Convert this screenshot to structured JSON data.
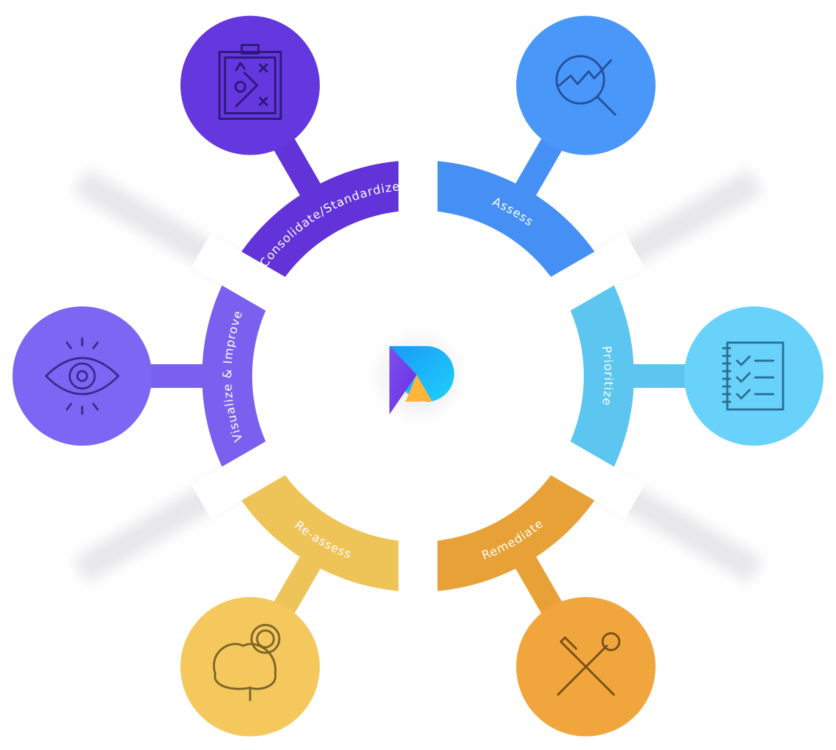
{
  "center_logo": {
    "name": "p-logo-icon",
    "colors": [
      "#7a4ff0",
      "#1aa9f5",
      "#ffb43a"
    ]
  },
  "segments": [
    {
      "label": "Assess",
      "color": "#4690f5",
      "bubble_color": "#4a97fa",
      "icon_color": "#24509a",
      "icon": "magnifier-chart-icon",
      "angle": -60,
      "text_dir": "cw"
    },
    {
      "label": "Prioritize",
      "color": "#5cc6f1",
      "bubble_color": "#69d2fb",
      "icon_color": "#2a6f95",
      "icon": "checklist-icon",
      "angle": 0,
      "text_dir": "cw"
    },
    {
      "label": "Remediate",
      "color": "#e8a136",
      "bubble_color": "#f0a63c",
      "icon_color": "#7a4f16",
      "icon": "tools-icon",
      "angle": 60,
      "text_dir": "ccw"
    },
    {
      "label": "Re-assess",
      "color": "#eec458",
      "bubble_color": "#f4c85c",
      "icon_color": "#7d6428",
      "icon": "brain-gear-icon",
      "angle": 120,
      "text_dir": "ccw"
    },
    {
      "label": "Visualize & Improve",
      "color": "#7a60ee",
      "bubble_color": "#7d66f3",
      "icon_color": "#3b2a8e",
      "icon": "eye-icon",
      "angle": 180,
      "text_dir": "cw"
    },
    {
      "label": "Consolidate/Standardize",
      "color": "#6133d8",
      "bubble_color": "#6438de",
      "icon_color": "#2e177a",
      "icon": "strategy-clipboard-icon",
      "angle": 240,
      "text_dir": "cw"
    }
  ]
}
